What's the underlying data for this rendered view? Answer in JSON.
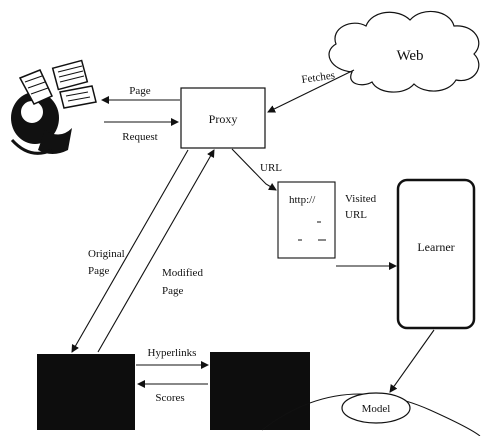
{
  "nodes": {
    "proxy": "Proxy",
    "web": "Web",
    "learner": "Learner",
    "model": "Model",
    "url_box": "http://"
  },
  "edges": {
    "page": "Page",
    "request": "Request",
    "fetches": "Fetches",
    "url": "URL",
    "visited_url_line1": "Visited",
    "visited_url_line2": "URL",
    "original_page_line1": "Original",
    "original_page_line2": "Page",
    "modified_page_line1": "Modified",
    "modified_page_line2": "Page",
    "hyperlinks": "Hyperlinks",
    "scores": "Scores"
  },
  "icons": {
    "user": "person-at-computer-icon"
  },
  "colors": {
    "ink": "#111111",
    "block": "#0d0d0d",
    "background": "#ffffff"
  }
}
